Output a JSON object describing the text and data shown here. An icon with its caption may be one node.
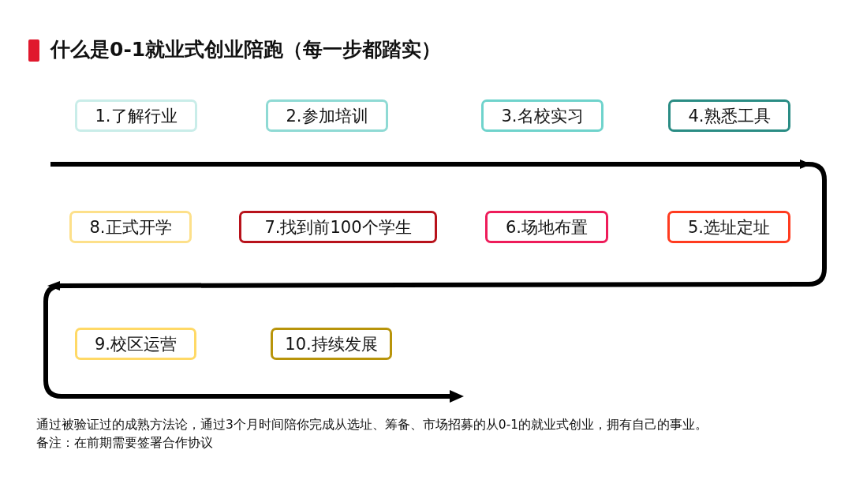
{
  "diagram": {
    "title": "什么是0-1就业式创业陪跑（每一步都踏实）",
    "nodes": [
      {
        "text": [
          "1.了解行业"
        ]
      },
      {
        "text": [
          "2.参加培训"
        ]
      },
      {
        "text": [
          "3.名校实习"
        ]
      },
      {
        "text": [
          "4.熟悉工具"
        ]
      },
      {
        "text": [
          "8.正式开学"
        ]
      },
      {
        "text": [
          "7.找到前100个学生"
        ]
      },
      {
        "text": [
          "6.场地布置"
        ]
      },
      {
        "text": [
          "5.选址定址"
        ]
      },
      {
        "text": [
          "9.校区运营"
        ]
      },
      {
        "text": [
          "10.持续发展"
        ]
      }
    ],
    "labels": [
      "通过被验证过的成熟方法论，通过3个月时间陪你完成从选址、筹备、市场招募的从0-1的就业式创业，拥有自己的事业。",
      "备注：在前期需要签署合作协议"
    ]
  }
}
